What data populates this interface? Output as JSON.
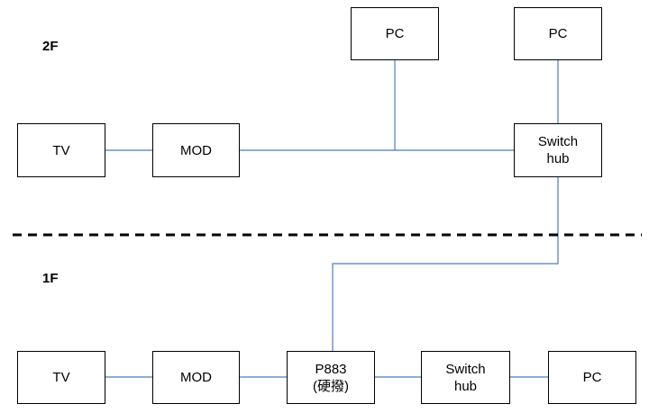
{
  "floors": {
    "upper": "2F",
    "lower": "1F"
  },
  "nodes": {
    "tv_2f": "TV",
    "mod_2f": "MOD",
    "pc_2f_a": "PC",
    "pc_2f_b": "PC",
    "switch_2f": [
      "Switch",
      "hub"
    ],
    "tv_1f": "TV",
    "mod_1f": "MOD",
    "p883_1f": [
      "P883",
      "(硬撥)"
    ],
    "switch_1f": [
      "Switch",
      "hub"
    ],
    "pc_1f": "PC"
  },
  "colors": {
    "link": "#4a7ebb",
    "border": "#000000",
    "divider": "#000000"
  }
}
